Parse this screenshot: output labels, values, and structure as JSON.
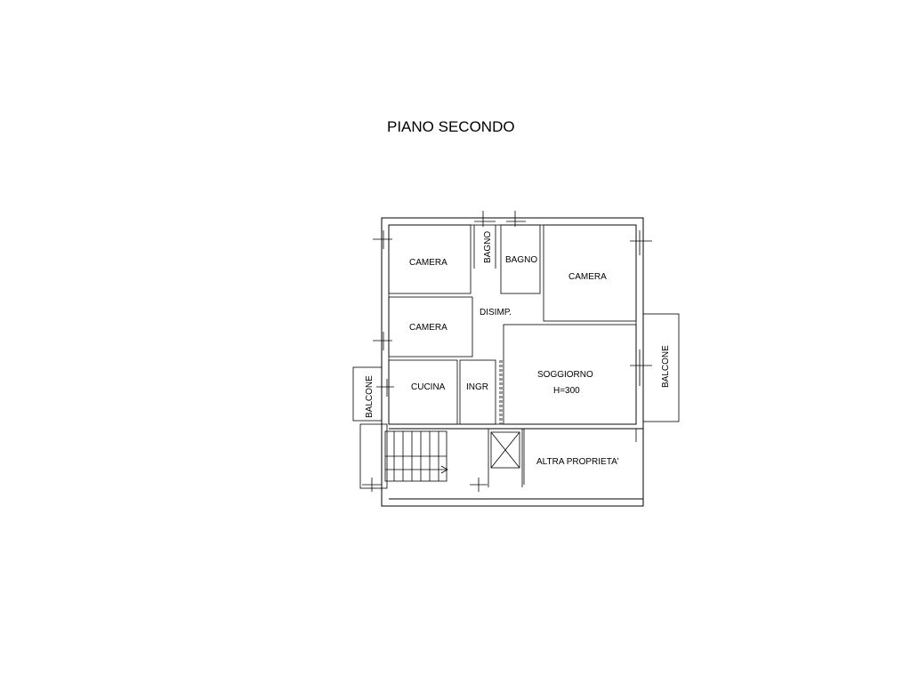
{
  "title": "PIANO SECONDO",
  "rooms": {
    "camera_top_left": "CAMERA",
    "bagno_small": "BAGNO",
    "bagno": "BAGNO",
    "camera_top_right": "CAMERA",
    "disimpegno": "DISIMP.",
    "camera_middle_left": "CAMERA",
    "cucina": "CUCINA",
    "ingresso": "INGR",
    "soggiorno": "SOGGIORNO",
    "soggiorno_height": "H=300",
    "balcone_left": "BALCONE",
    "balcone_right": "BALCONE",
    "altra_proprieta": "ALTRA PROPRIETA'"
  }
}
